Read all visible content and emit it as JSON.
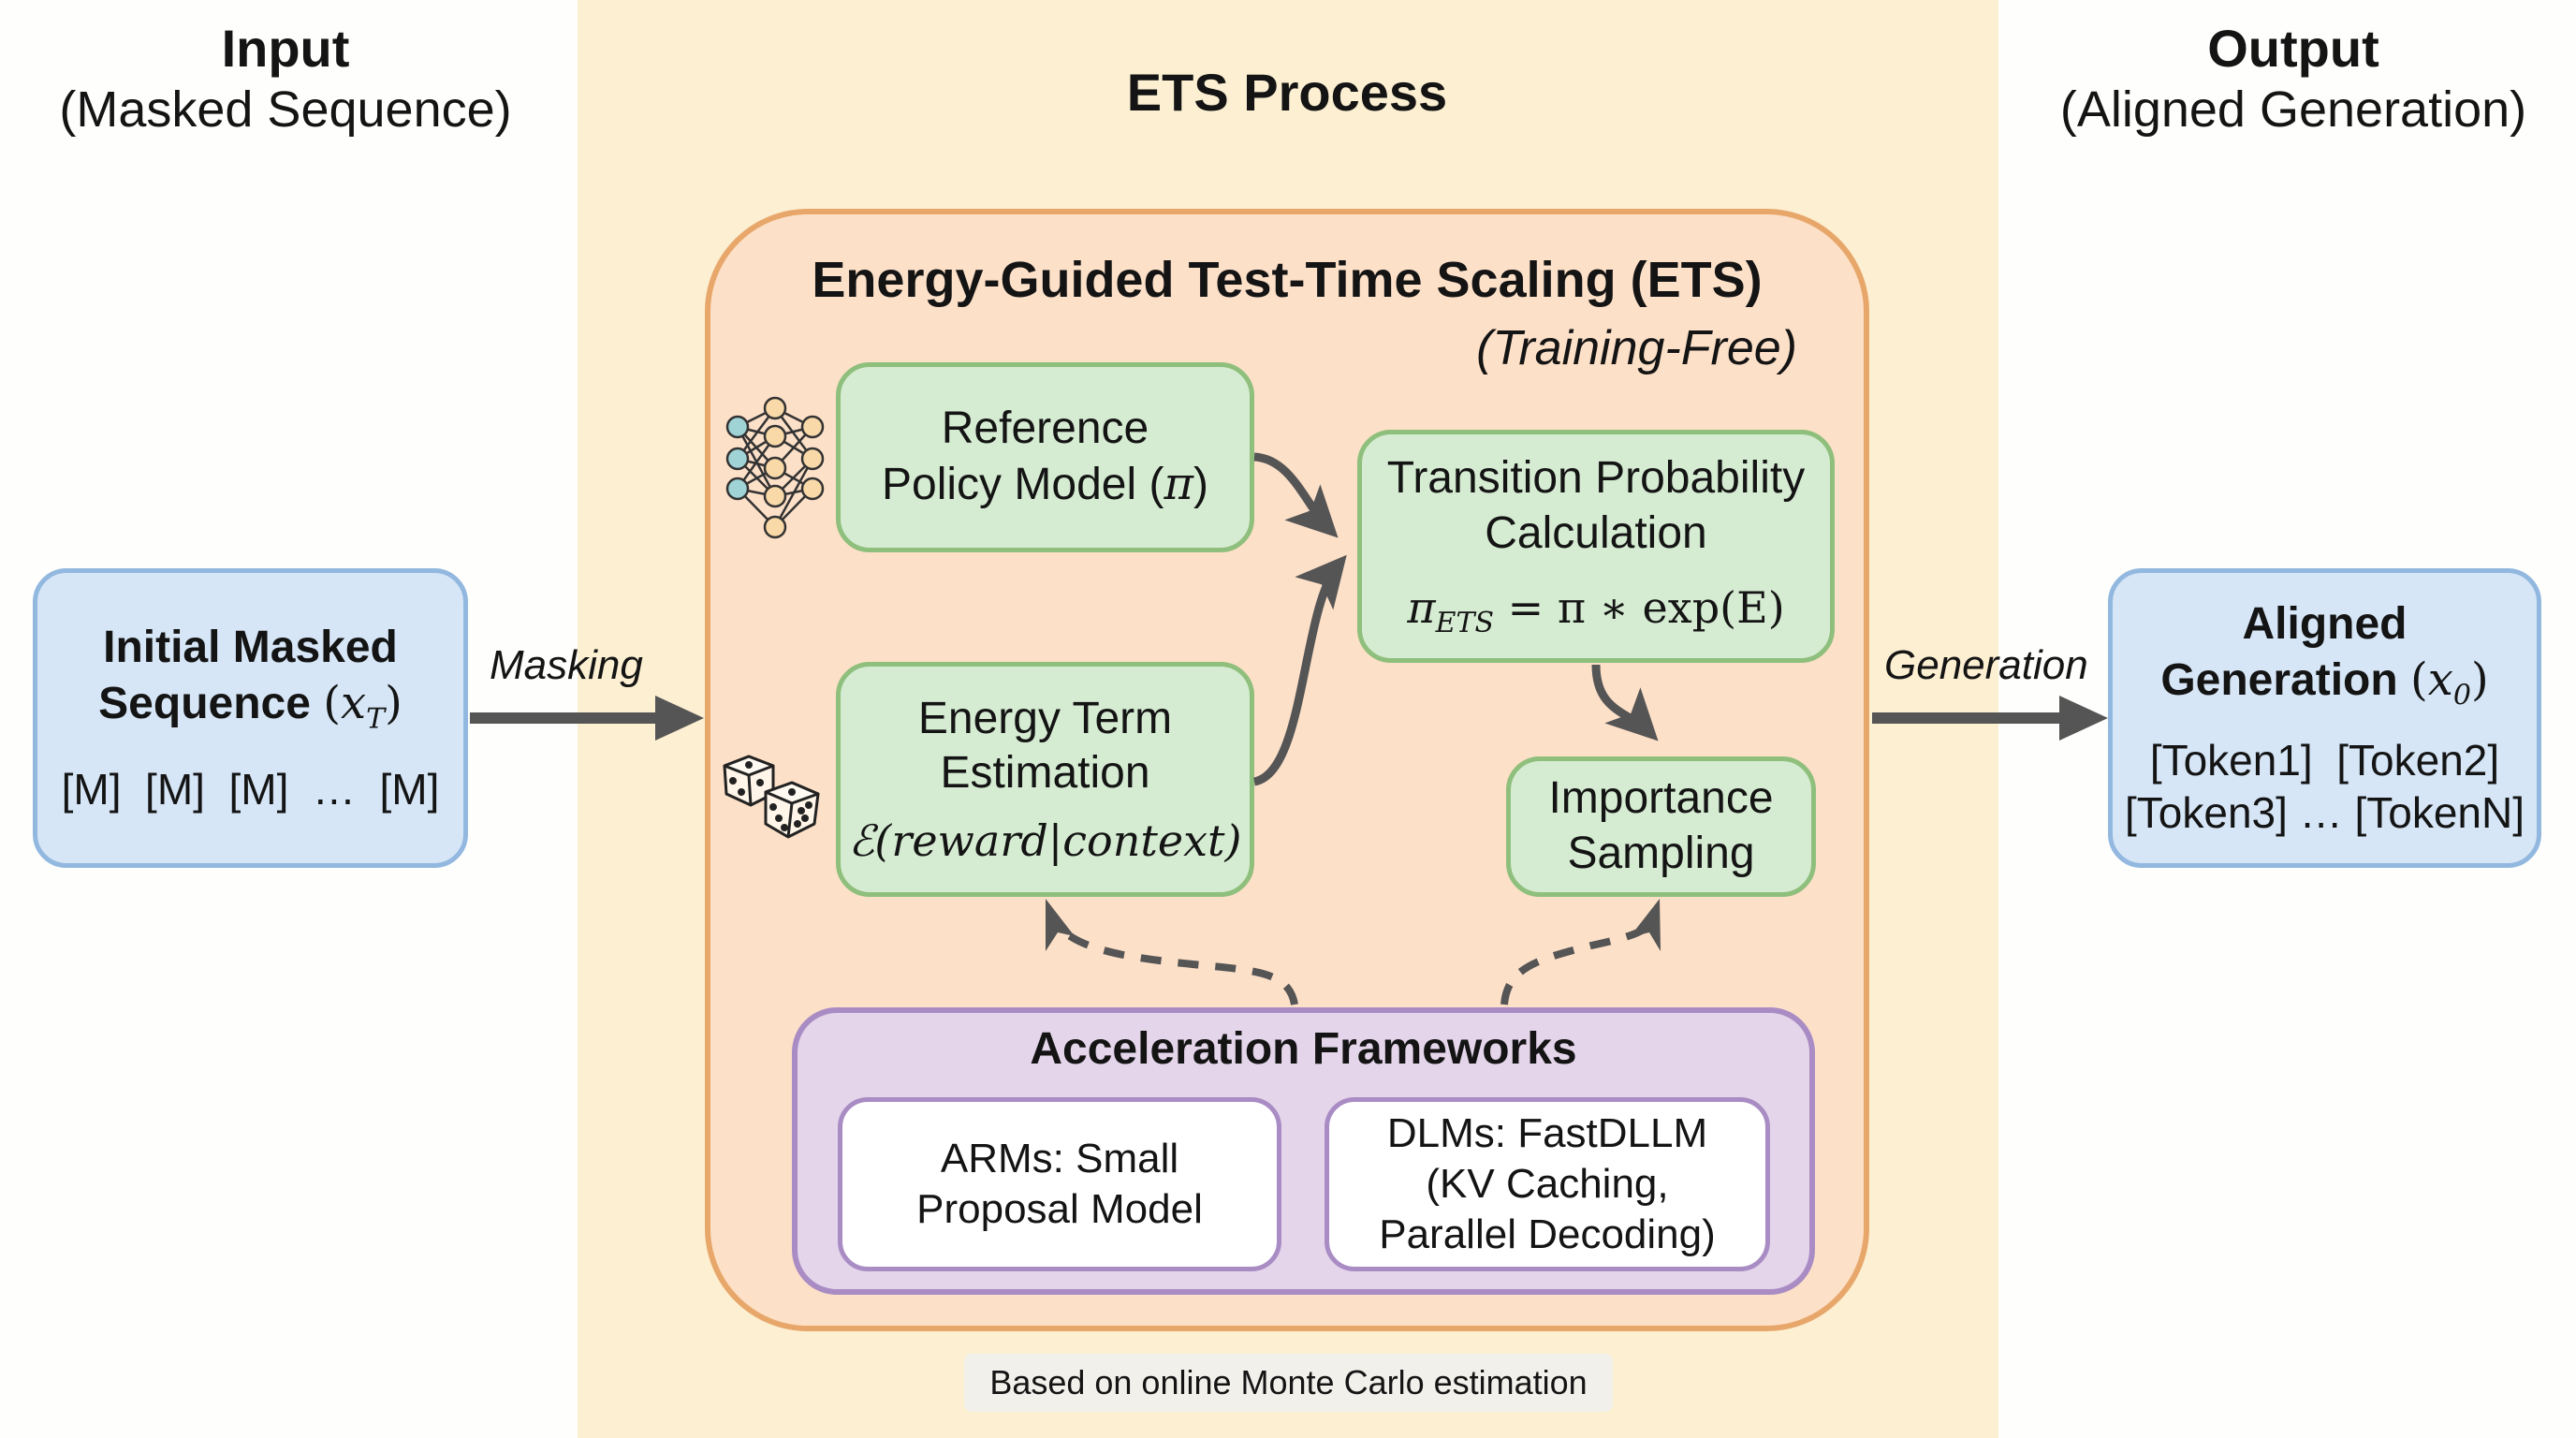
{
  "columns": {
    "input": {
      "title": "Input",
      "subtitle": "(Masked Sequence)"
    },
    "process": {
      "title": "ETS Process"
    },
    "output": {
      "title": "Output",
      "subtitle": "(Aligned Generation)"
    }
  },
  "input_box": {
    "title_line1": "Initial Masked",
    "title_line2": "Sequence",
    "symbol": "x",
    "symbol_sub": "T",
    "tokens": "[M]  [M]  [M]  …  [M]"
  },
  "edges": {
    "masking": "Masking",
    "generation": "Generation"
  },
  "ets": {
    "title": "Energy-Guided Test-Time Scaling (ETS)",
    "subtitle": "(Training-Free)",
    "reference": {
      "line1": "Reference",
      "line2": "Policy Model",
      "symbol": "π"
    },
    "energy": {
      "line1": "Energy Term",
      "line2": "Estimation",
      "formula": "ℰ(reward|context)"
    },
    "transition": {
      "line1": "Transition Probability",
      "line2": "Calculation",
      "formula_lhs": "π",
      "formula_lhs_sub": "ETS",
      "formula_rhs": " = π ∗ exp(E)"
    },
    "importance": {
      "line1": "Importance",
      "line2": "Sampling"
    },
    "acceleration": {
      "title": "Acceleration Frameworks",
      "arms": {
        "line1": "ARMs: Small",
        "line2": "Proposal Model"
      },
      "dlms": {
        "line1": "DLMs: FastDLLM",
        "line2": "(KV Caching,",
        "line3": "Parallel Decoding)"
      }
    }
  },
  "output_box": {
    "title_line1": "Aligned",
    "title_line2": "Generation",
    "symbol": "x",
    "symbol_sub": "0",
    "tokens_line1": "[Token1]  [Token2]",
    "tokens_line2": "[Token3] … [TokenN]"
  },
  "caption": "Based on online Monte Carlo estimation",
  "icons": {
    "neural_network": "neural-network-icon",
    "dice": "dice-icon"
  },
  "colors": {
    "band": "#fcefd2",
    "ets_fill": "#fde0c8",
    "ets_border": "#e8a76a",
    "green_fill": "#d5ecd2",
    "green_border": "#8fbf7c",
    "blue_fill": "#d6e6f6",
    "blue_border": "#92b8e0",
    "purple_fill": "#e4d5ea",
    "purple_border": "#a98cc4",
    "arrow": "#555555"
  }
}
